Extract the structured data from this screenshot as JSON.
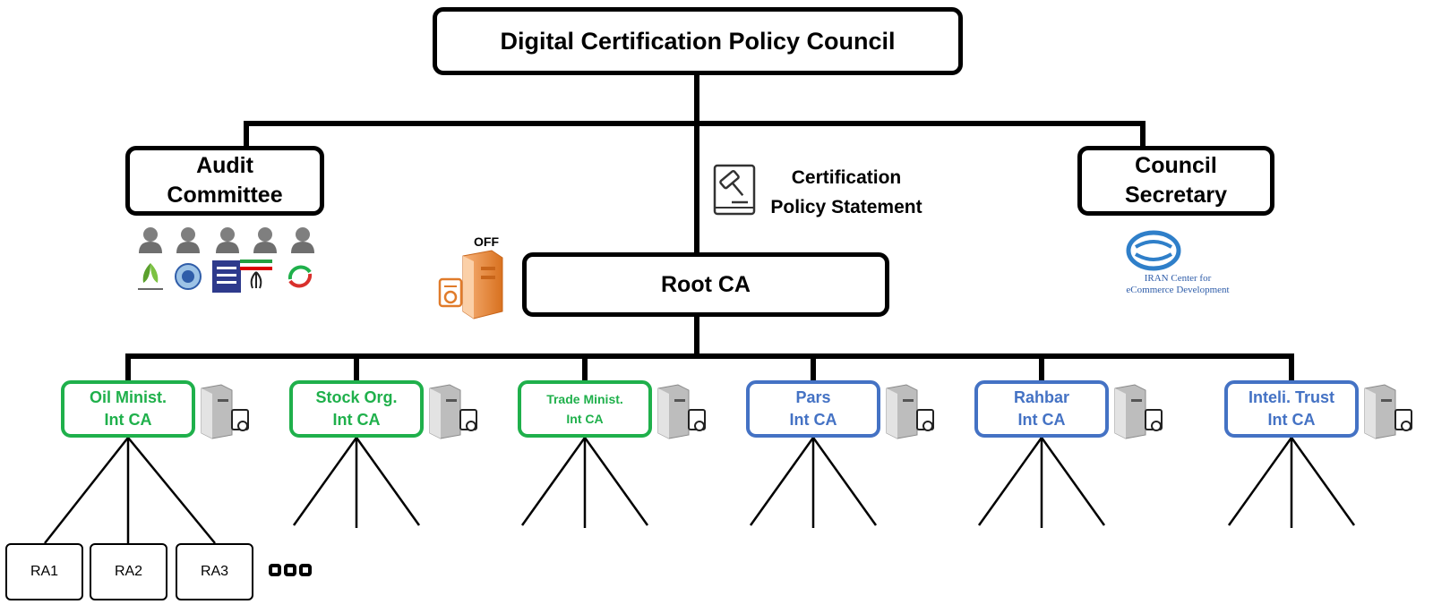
{
  "council": {
    "title": "Digital Certification Policy Council"
  },
  "audit": {
    "line1": "Audit",
    "line2": "Committee"
  },
  "secretary": {
    "line1": "Council",
    "line2": "Secretary"
  },
  "cps": {
    "line1": "Certification",
    "line2": "Policy Statement"
  },
  "root": {
    "title": "Root CA",
    "status": "OFF"
  },
  "iran_logo": {
    "line1": "IRAN Center for",
    "line2": "eCommerce Development"
  },
  "intermediates": [
    {
      "line1": "Oil Minist.",
      "line2": "Int CA",
      "color": "#1fb04b"
    },
    {
      "line1": "Stock Org.",
      "line2": "Int CA",
      "color": "#1fb04b"
    },
    {
      "line1": "Trade Minist.",
      "line2": "Int CA",
      "color": "#1fb04b"
    },
    {
      "line1": "Pars",
      "line2": "Int CA",
      "color": "#4472c4"
    },
    {
      "line1": "Rahbar",
      "line2": "Int CA",
      "color": "#4472c4"
    },
    {
      "line1": "Inteli. Trust",
      "line2": "Int CA",
      "color": "#4472c4"
    }
  ],
  "ras": [
    "RA1",
    "RA2",
    "RA3"
  ],
  "icons": {
    "members": "person-icon",
    "cps": "gavel-document-icon",
    "root": "offline-server-certificate-icon",
    "ca": "server-certificate-icon"
  }
}
